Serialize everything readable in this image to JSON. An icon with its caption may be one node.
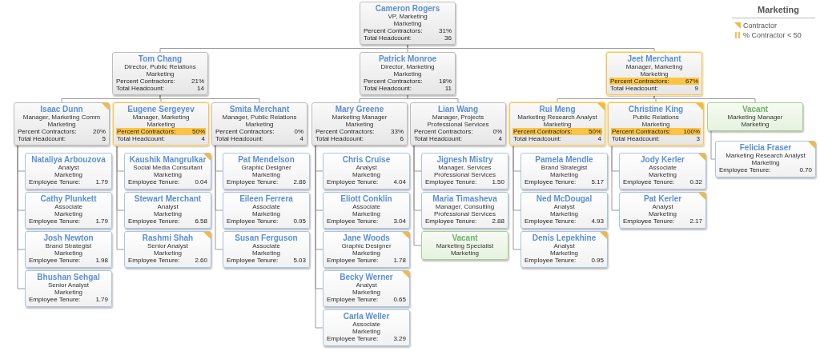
{
  "diagram": {
    "title": "Marketing",
    "nodes": [
      {
        "text": [
          "Cameron Rogers",
          "VP, Marketing",
          "Marketing",
          "Percent Contractors:",
          "31%",
          "Total Headcount:",
          "36"
        ]
      },
      {
        "text": [
          "Tom Chang",
          "Director, Public Relations",
          "Marketing",
          "Percent Contractors:",
          "21%",
          "Total Headcount:",
          "14"
        ]
      },
      {
        "text": [
          "Patrick Monroe",
          "Director, Marketing",
          "Marketing",
          "Percent Contractors:",
          "18%",
          "Total Headcount:",
          "11"
        ]
      },
      {
        "text": [
          "Jeet Merchant",
          "Manager, Marketing",
          "Marketing",
          "Percent Contractors:",
          "67%",
          "Total Headcount:",
          "9"
        ]
      },
      {
        "text": [
          "Isaac Dunn",
          "Manager, Marketing Comm",
          "Marketing",
          "Percent Contractors:",
          "20%",
          "Total Headcount:",
          "5"
        ]
      },
      {
        "text": [
          "Eugene Sergeyev",
          "Manager, Marketing",
          "Marketing",
          "Percent Contractors:",
          "50%",
          "Total Headcount:",
          "4"
        ]
      },
      {
        "text": [
          "Smita Merchant",
          "Manager, Public Relations",
          "Marketing",
          "Percent Contractors:",
          "0%",
          "Total Headcount:",
          "4"
        ]
      },
      {
        "text": [
          "Mary Greene",
          "Marketing Manager",
          "Marketing",
          "Percent Contractors:",
          "33%",
          "Total Headcount:",
          "6"
        ]
      },
      {
        "text": [
          "Lian Wang",
          "Manager, Projects",
          "Professional Services",
          "Percent Contractors:",
          "0%",
          "Total Headcount:",
          "4"
        ]
      },
      {
        "text": [
          "Rui Meng",
          "Marketing Research Analyst",
          "Marketing",
          "Percent Contractors:",
          "50%",
          "Total Headcount:",
          "4"
        ]
      },
      {
        "text": [
          "Christine King",
          "Public Relations",
          "Marketing",
          "Percent Contractors:",
          "100%",
          "Total Headcount:",
          "3"
        ]
      },
      {
        "text": [
          "Vacant",
          "Marketing Manager",
          "Marketing"
        ]
      },
      {
        "text": [
          "Nataliya Arbouzova",
          "Analyst",
          "Marketing",
          "Employee Tenure:",
          "1.79"
        ]
      },
      {
        "text": [
          "Cathy Plunkett",
          "Associate",
          "Marketing",
          "Employee Tenure:",
          "1.79"
        ]
      },
      {
        "text": [
          "Josh Newton",
          "Brand Strategist",
          "Marketing",
          "Employee Tenure:",
          "1.98"
        ]
      },
      {
        "text": [
          "Bhushan Sehgal",
          "Senior Analyst",
          "Marketing",
          "Employee Tenure:",
          "1.79"
        ]
      },
      {
        "text": [
          "Kaushik Mangrulkar",
          "Social Media Consultant",
          "Marketing",
          "Employee Tenure:",
          "0.04"
        ]
      },
      {
        "text": [
          "Stewart Merchant",
          "Analyst",
          "Marketing",
          "Employee Tenure:",
          "6.58"
        ]
      },
      {
        "text": [
          "Rashmi Shah",
          "Senior Analyst",
          "Marketing",
          "Employee Tenure:",
          "2.60"
        ]
      },
      {
        "text": [
          "Pat Mendelson",
          "Graphic Designer",
          "Marketing",
          "Employee Tenure:",
          "2.86"
        ]
      },
      {
        "text": [
          "Eileen Ferrera",
          "Associate",
          "Marketing",
          "Employee Tenure:",
          "0.95"
        ]
      },
      {
        "text": [
          "Susan Ferguson",
          "Associate",
          "Marketing",
          "Employee Tenure:",
          "5.03"
        ]
      },
      {
        "text": [
          "Chris Cruise",
          "Analyst",
          "Marketing",
          "Employee Tenure:",
          "4.04"
        ]
      },
      {
        "text": [
          "Eliott Conklin",
          "Associate",
          "Marketing",
          "Employee Tenure:",
          "3.04"
        ]
      },
      {
        "text": [
          "Jane Woods",
          "Graphic Designer",
          "Marketing",
          "Employee Tenure:",
          "1.78"
        ]
      },
      {
        "text": [
          "Becky Werner",
          "Analyst",
          "Marketing",
          "Employee Tenure:",
          "0.65"
        ]
      },
      {
        "text": [
          "Carla Weller",
          "Associate",
          "Marketing",
          "Employee Tenure:",
          "3.29"
        ]
      },
      {
        "text": [
          "Jignesh Mistry",
          "Manager, Services",
          "Professional Services",
          "Employee Tenure:",
          "1.50"
        ]
      },
      {
        "text": [
          "Maria Timasheva",
          "Manager, Consulting",
          "Professional Services",
          "Employee Tenure:",
          "2.88"
        ]
      },
      {
        "text": [
          "Vacant",
          "Marketing Specialist",
          "Marketing"
        ]
      },
      {
        "text": [
          "Pamela Mendle",
          "Brand Strategist",
          "Marketing",
          "Employee Tenure:",
          "5.17"
        ]
      },
      {
        "text": [
          "Ned McDougal",
          "Analyst",
          "Marketing",
          "Employee Tenure:",
          "4.93"
        ]
      },
      {
        "text": [
          "Denis Lepekhine",
          "Analyst",
          "Marketing",
          "Employee Tenure:",
          "0.95"
        ]
      },
      {
        "text": [
          "Jody Kerler",
          "Associate",
          "Marketing",
          "Employee Tenure:",
          "0.32"
        ]
      },
      {
        "text": [
          "Pat Kerler",
          "Analyst",
          "Marketing",
          "Employee Tenure:",
          "2.17"
        ]
      },
      {
        "text": [
          "Felicia Fraser",
          "Marketing Research Analyst",
          "Marketing",
          "Employee Tenure:",
          "0.70"
        ]
      }
    ],
    "edges": [
      {
        "from": 0,
        "to": 1,
        "arrow": "none"
      },
      {
        "from": 0,
        "to": 2,
        "arrow": "none"
      },
      {
        "from": 0,
        "to": 3,
        "arrow": "none"
      },
      {
        "from": 1,
        "to": 4,
        "arrow": "none"
      },
      {
        "from": 1,
        "to": 5,
        "arrow": "none"
      },
      {
        "from": 1,
        "to": 6,
        "arrow": "none"
      },
      {
        "from": 2,
        "to": 7,
        "arrow": "none"
      },
      {
        "from": 2,
        "to": 8,
        "arrow": "none"
      },
      {
        "from": 3,
        "to": 9,
        "arrow": "none"
      },
      {
        "from": 3,
        "to": 10,
        "arrow": "none"
      },
      {
        "from": 3,
        "to": 11,
        "arrow": "none"
      },
      {
        "from": 4,
        "to": 12,
        "arrow": "none"
      },
      {
        "from": 4,
        "to": 13,
        "arrow": "none"
      },
      {
        "from": 4,
        "to": 14,
        "arrow": "none"
      },
      {
        "from": 4,
        "to": 15,
        "arrow": "none"
      },
      {
        "from": 5,
        "to": 16,
        "arrow": "none"
      },
      {
        "from": 5,
        "to": 17,
        "arrow": "none"
      },
      {
        "from": 5,
        "to": 18,
        "arrow": "none"
      },
      {
        "from": 6,
        "to": 19,
        "arrow": "none"
      },
      {
        "from": 6,
        "to": 20,
        "arrow": "none"
      },
      {
        "from": 6,
        "to": 21,
        "arrow": "none"
      },
      {
        "from": 7,
        "to": 22,
        "arrow": "none"
      },
      {
        "from": 7,
        "to": 23,
        "arrow": "none"
      },
      {
        "from": 7,
        "to": 24,
        "arrow": "none"
      },
      {
        "from": 7,
        "to": 25,
        "arrow": "none"
      },
      {
        "from": 7,
        "to": 26,
        "arrow": "none"
      },
      {
        "from": 8,
        "to": 27,
        "arrow": "none"
      },
      {
        "from": 8,
        "to": 28,
        "arrow": "none"
      },
      {
        "from": 8,
        "to": 29,
        "arrow": "none"
      },
      {
        "from": 9,
        "to": 30,
        "arrow": "none"
      },
      {
        "from": 9,
        "to": 31,
        "arrow": "none"
      },
      {
        "from": 9,
        "to": 32,
        "arrow": "none"
      },
      {
        "from": 10,
        "to": 33,
        "arrow": "none"
      },
      {
        "from": 10,
        "to": 34,
        "arrow": "none"
      },
      {
        "from": 11,
        "to": 35,
        "arrow": "none"
      }
    ],
    "legend": [
      {
        "text": "Contractor"
      },
      {
        "text": "% Contractor < 50"
      }
    ]
  }
}
